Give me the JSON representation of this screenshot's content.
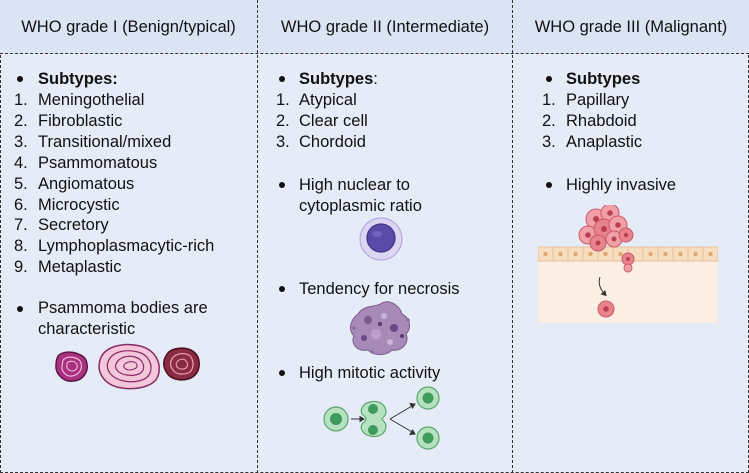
{
  "columns": [
    {
      "header": "WHO grade I (Benign/typical)",
      "subtypes_label": "Subtypes:",
      "subtypes": [
        "Meningothelial",
        "Fibroblastic",
        "Transitional/mixed",
        "Psammomatous",
        "Angiomatous",
        "Microcystic",
        "Secretory",
        "Lymphoplasmacytic-rich",
        "Metaplastic"
      ],
      "features": [
        {
          "lines": [
            "Psammoma bodies are",
            "characteristic"
          ],
          "icon": "psammoma-bodies-icon"
        }
      ]
    },
    {
      "header": "WHO grade II (Intermediate)",
      "subtypes_label": "Subtypes",
      "subtypes_suffix": ":",
      "subtypes": [
        "Atypical",
        "Clear cell",
        "Chordoid"
      ],
      "features": [
        {
          "lines": [
            "High nuclear to",
            "cytoplasmic ratio"
          ],
          "icon": "high-nc-ratio-cell-icon"
        },
        {
          "lines": [
            "Tendency for necrosis"
          ],
          "icon": "necrosis-icon"
        },
        {
          "lines": [
            "High mitotic activity"
          ],
          "icon": "mitosis-icon"
        }
      ]
    },
    {
      "header": "WHO grade III (Malignant)",
      "subtypes_label": "Subtypes",
      "subtypes": [
        "Papillary",
        "Rhabdoid",
        "Anaplastic"
      ],
      "features": [
        {
          "lines": [
            "Highly invasive"
          ],
          "icon": "invasion-icon"
        }
      ]
    }
  ],
  "numbers": [
    "1.",
    "2.",
    "3.",
    "4.",
    "5.",
    "6.",
    "7.",
    "8.",
    "9."
  ],
  "colors": {
    "background": "#e5ecf7",
    "psammoma_magenta": "#a8327f",
    "psammoma_pink": "#f4c6dc",
    "psammoma_brown": "#8a2b42",
    "nucleus_purple": "#5b4ba8",
    "necrosis_purple": "#a88ab8",
    "mitosis_green": "#8fcf9f",
    "tumor_pink": "#e8838e",
    "tissue_beige": "#f6ddc0"
  }
}
